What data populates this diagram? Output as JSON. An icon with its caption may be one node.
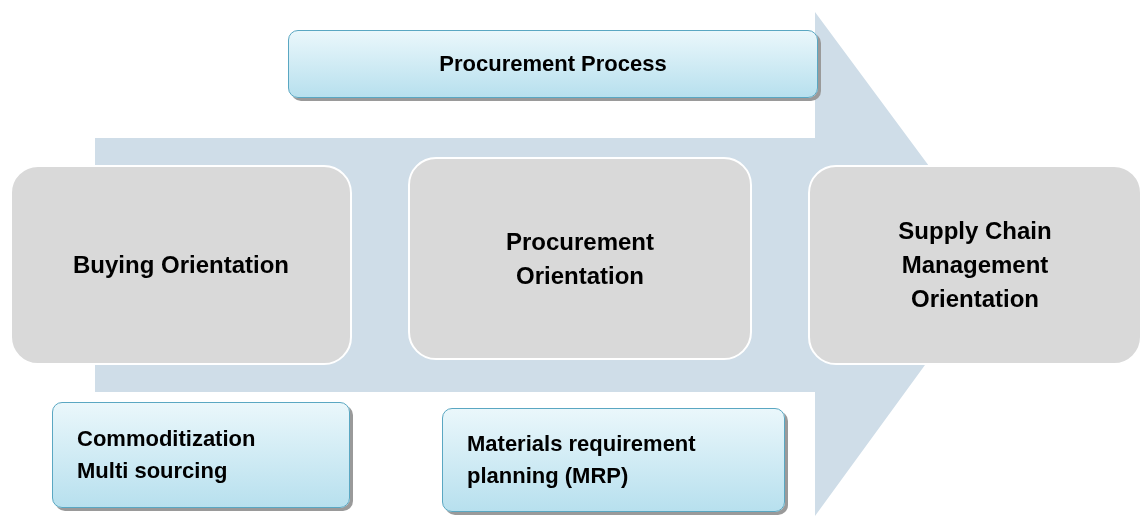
{
  "diagram": {
    "nodes": [
      {
        "text": [
          "Procurement Process"
        ]
      },
      {
        "text": [
          "Buying Orientation"
        ]
      },
      {
        "text": [
          "Procurement Orientation"
        ]
      },
      {
        "text": [
          "Supply Chain Management Orientation"
        ]
      },
      {
        "text": [
          "Commoditization Multi sourcing"
        ]
      },
      {
        "text": [
          "Materials requirement planning (MRP)"
        ]
      }
    ],
    "edges": [
      {
        "from": 1,
        "to": 3,
        "arrow": "to",
        "style": "thick"
      }
    ]
  }
}
